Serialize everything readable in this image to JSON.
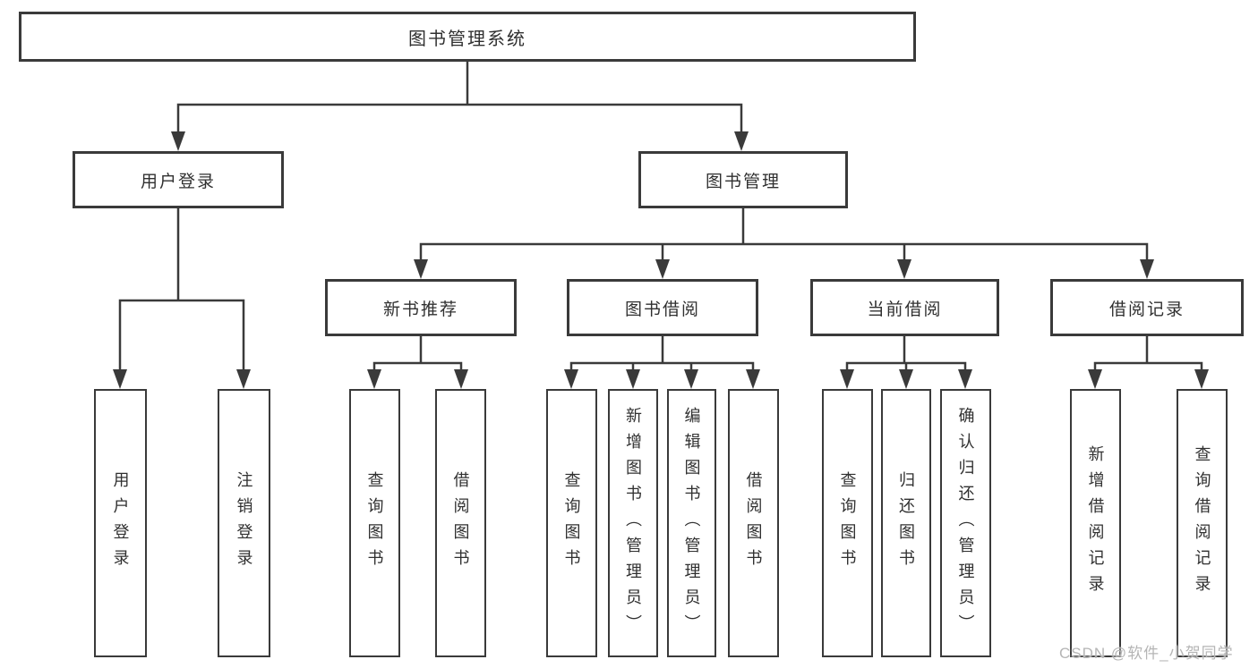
{
  "diagram": {
    "root": {
      "label": "图书管理系统"
    },
    "branches": [
      {
        "label": "用户登录",
        "children": [
          {
            "label": "用户登录"
          },
          {
            "label": "注销登录"
          }
        ]
      },
      {
        "label": "图书管理",
        "groups": [
          {
            "label": "新书推荐",
            "children": [
              {
                "label": "查询图书"
              },
              {
                "label": "借阅图书"
              }
            ]
          },
          {
            "label": "图书借阅",
            "children": [
              {
                "label": "查询图书"
              },
              {
                "label": "新增图书（管理员）"
              },
              {
                "label": "编辑图书（管理员）"
              },
              {
                "label": "借阅图书"
              }
            ]
          },
          {
            "label": "当前借阅",
            "children": [
              {
                "label": "查询图书"
              },
              {
                "label": "归还图书"
              },
              {
                "label": "确认归还（管理员）"
              }
            ]
          },
          {
            "label": "借阅记录",
            "children": [
              {
                "label": "新增借阅记录"
              },
              {
                "label": "查询借阅记录"
              }
            ]
          }
        ]
      }
    ]
  },
  "watermark": {
    "text": "CSDN @软件_小贺同学"
  },
  "colors": {
    "line": "#3a3a3a",
    "box_border": "#3a3a3a",
    "text": "#303030",
    "watermark": "#b5b5b5",
    "background": "#ffffff"
  }
}
